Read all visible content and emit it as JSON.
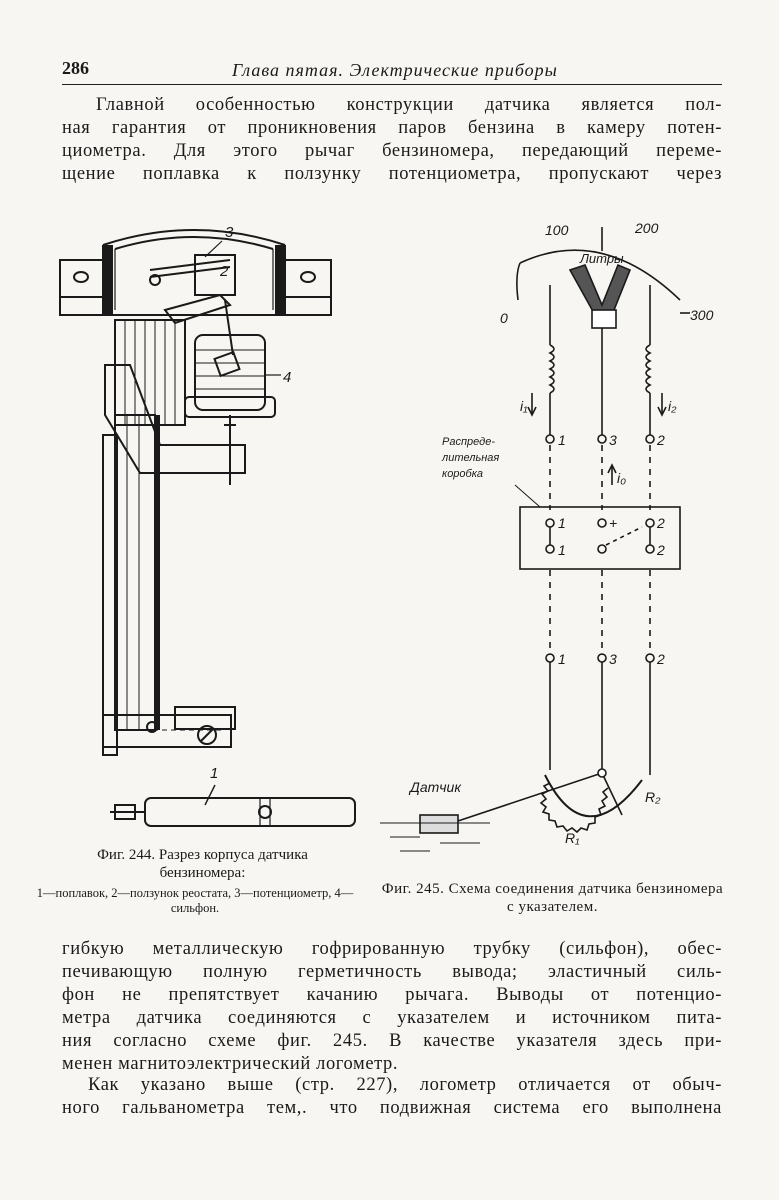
{
  "header": {
    "page_number": "286",
    "running_title": "Глава пятая. Электрические приборы"
  },
  "paragraph1": [
    "Главной особенностью конструкции датчика является пол-",
    "ная гарантия от проникновения паров бензина в камеру потен-",
    "циометра. Для этого рычаг бензиномера, передающий переме-",
    "щение поплавка к ползунку потенциометра, пропускают через"
  ],
  "fig244": {
    "labels": [
      "1",
      "2",
      "3",
      "4"
    ],
    "caption": "Фиг. 244. Разрез корпуса датчика бензиномера:",
    "legend": "1—поплавок, 2—ползунок реостата, 3—потенциометр, 4—сильфон."
  },
  "fig245": {
    "scale": [
      "0",
      "100",
      "200",
      "300"
    ],
    "gauge_label": "Литры",
    "current_labels": [
      "i₁",
      "i₂",
      "i₀"
    ],
    "box_label": "Распреде-лительная коробка",
    "terminals_top": [
      "1",
      "3",
      "2"
    ],
    "box_row1": [
      "1",
      "+",
      "2"
    ],
    "box_row2": [
      "1",
      "",
      "2"
    ],
    "terminals_bottom": [
      "1",
      "3",
      "2"
    ],
    "sensor_label": "Датчик",
    "resistors": [
      "R₁",
      "R₂"
    ],
    "caption": "Фиг. 245. Схема соединения датчика бензиномера с указателем."
  },
  "paragraph2": [
    "гибкую металлическую гофрированную трубку (сильфон), обес-",
    "печивающую полную герметичность вывода; эластичный силь-",
    "фон не препятствует качанию рычага. Выводы от потенцио-",
    "метра датчика соединяются с указателем и источником пита-",
    "ния согласно схеме фиг. 245. В качестве указателя здесь при-",
    "менен магнитоэлектрический логометр."
  ],
  "paragraph3": [
    "Как указано выше (стр. 227), логометр отличается от обыч-",
    "ного гальванометра тем,. что подвижная система его выполнена"
  ]
}
